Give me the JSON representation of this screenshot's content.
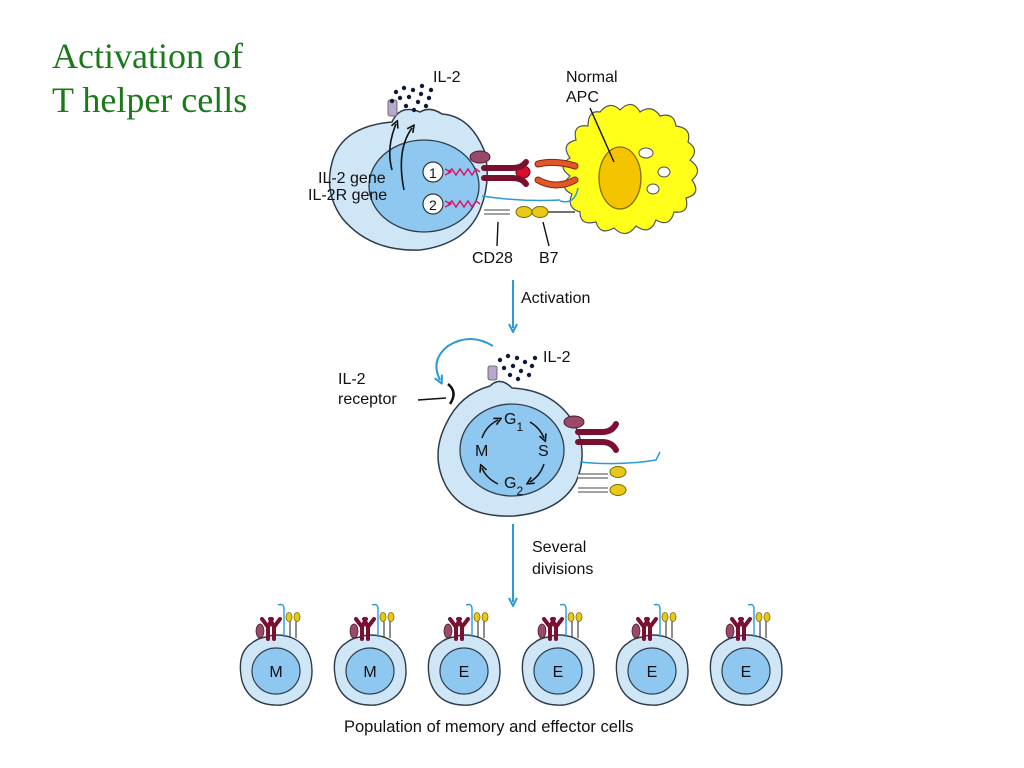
{
  "title": {
    "line1": "Activation of",
    "line2": "T helper cells"
  },
  "apc": {
    "line1": "Normal",
    "line2": "APC"
  },
  "labels": {
    "il2_top": "IL-2",
    "il2_gene": "IL-2 gene",
    "il2r_gene": "IL-2R gene",
    "signal1": "1",
    "signal2": "2",
    "cd28": "CD28",
    "b7": "B7",
    "activation": "Activation",
    "il2_mid": "IL-2",
    "il2_receptor_line1": "IL-2",
    "il2_receptor_line2": "receptor",
    "g1": "G1",
    "s_phase": "S",
    "g2": "G2",
    "m_phase": "M",
    "several_line1": "Several",
    "several_line2": "divisions",
    "caption": "Population of memory and effector cells"
  },
  "progeny_cells": [
    "M",
    "M",
    "E",
    "E",
    "E",
    "E"
  ],
  "colors": {
    "title": "#1a7a1a",
    "cell_outer": "#cfe6f7",
    "cell_nucleus": "#8ec7ef",
    "cell_outline": "#2e3c4a",
    "apc_body": "#ffff1a",
    "apc_nucleus": "#f5c400",
    "tcr": "#7a1030",
    "mhc": "#e0582a",
    "cd4": "#9a4a68",
    "costim": "#e8c81a",
    "arrow": "#2a9ad8",
    "signal": "#d6186e",
    "il2_dots": "#0e1a3a"
  }
}
